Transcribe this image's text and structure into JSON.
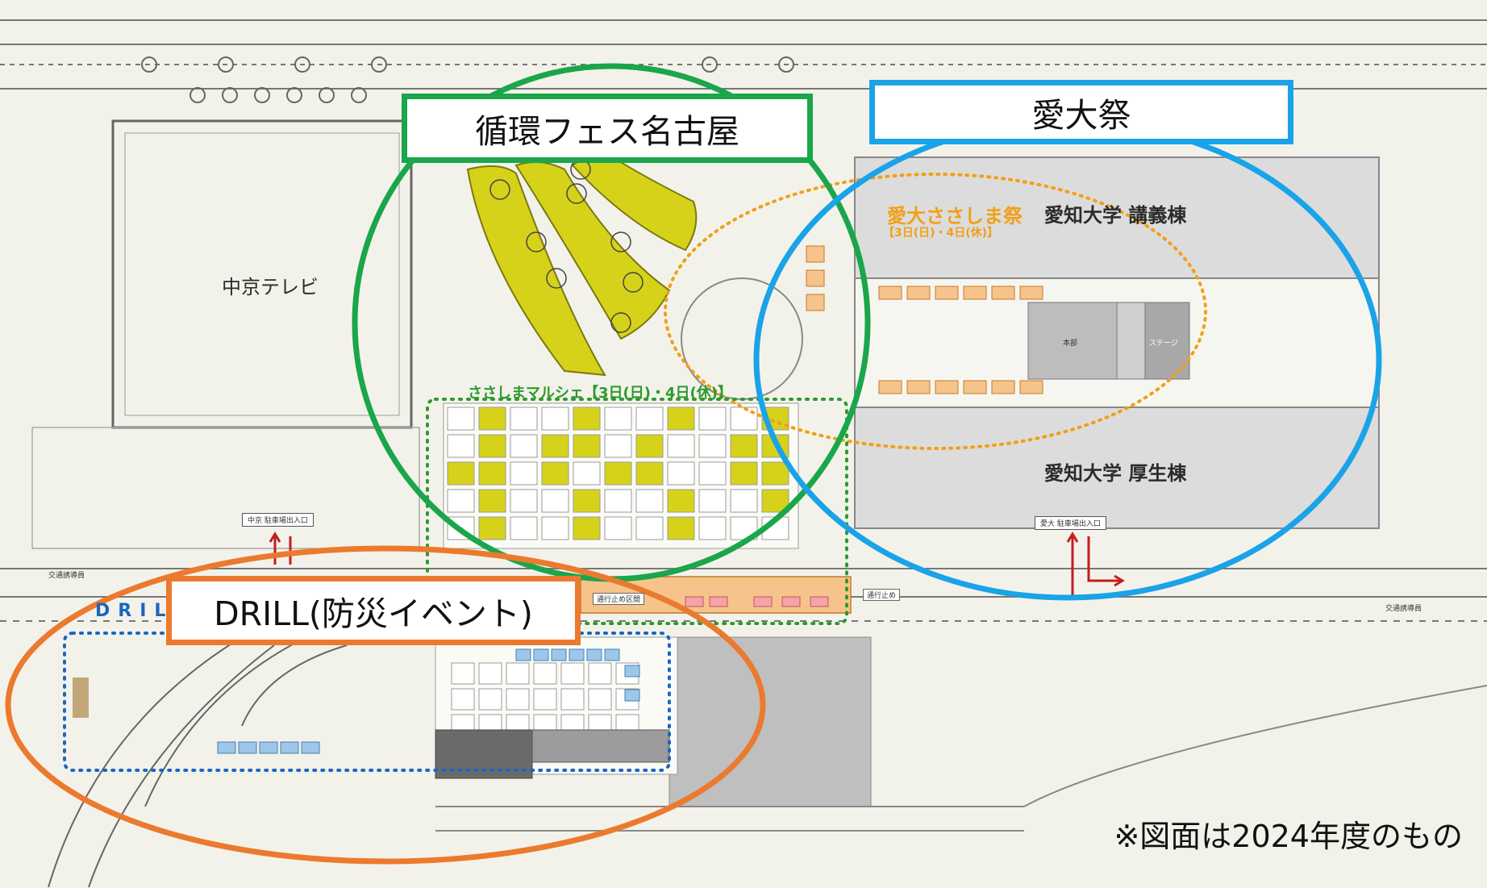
{
  "callouts": {
    "junkan": "循環フェス名古屋",
    "aidai": "愛大祭",
    "drill": "DRILL(防災イベント)"
  },
  "map_labels": {
    "chukyo_tv": "中京テレビ",
    "aichi_lecture": "愛知大学 講義棟",
    "aichi_welfare": "愛知大学 厚生棟",
    "sasashima_fes": "愛大ささしま祭",
    "sasashima_fes_dates": "【3日(日)・4日(休)】",
    "marche": "ささしまマルシェ【3日(日)・4日(休)】",
    "chukyo_parking": "中京 駐車場出入口",
    "aidai_parking": "愛大 駐車場出入口",
    "traffic_guide": "交通誘導員",
    "road_closed_section": "通行止め区間",
    "road_closed": "通行止め",
    "drill_text": "DRILL",
    "stage": "ステージ",
    "hq": "本部"
  },
  "footnote": "※図面は2024年度のもの",
  "colors": {
    "green": "#1aa64a",
    "blue": "#1aa3e8",
    "orange": "#eb7a2e",
    "festival_orange": "#f0a018",
    "plaza_yellow": "#d6d21a",
    "booth_orange": "#f6c48a",
    "building_gray": "#dcdcdc"
  }
}
